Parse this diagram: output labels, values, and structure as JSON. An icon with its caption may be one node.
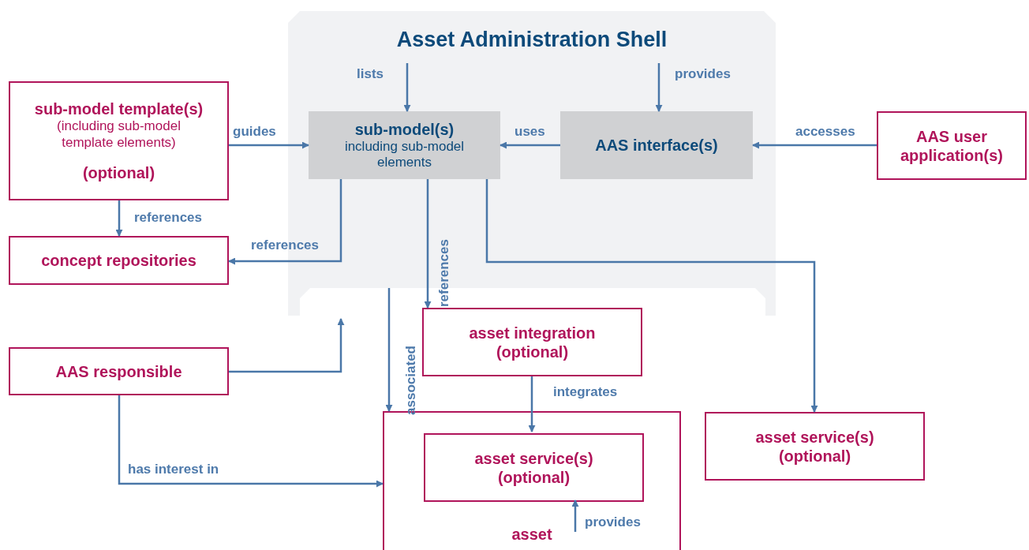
{
  "diagram": {
    "nodes": [
      {
        "text": [
          "Asset Administration Shell"
        ]
      },
      {
        "text": [
          "sub-model(s)",
          "including sub-model elements"
        ],
        "in": 0
      },
      {
        "text": [
          "AAS interface(s)"
        ],
        "in": 0
      },
      {
        "text": [
          "sub-model template(s)",
          "(including sub-model template elements)",
          "(optional)"
        ]
      },
      {
        "text": [
          "concept repositories"
        ]
      },
      {
        "text": [
          "AAS user application(s)"
        ]
      },
      {
        "text": [
          "AAS responsible"
        ]
      },
      {
        "text": [
          "asset integration (optional)"
        ]
      },
      {
        "text": [
          "asset"
        ]
      },
      {
        "text": [
          "asset service(s) (optional)"
        ],
        "in": 8
      },
      {
        "text": [
          "asset service(s) (optional)"
        ]
      }
    ],
    "edges": [
      {
        "from": null,
        "to": 1,
        "arrow": "to",
        "label": "lists"
      },
      {
        "from": null,
        "to": 2,
        "arrow": "to",
        "label": "provides"
      },
      {
        "from": 2,
        "to": 1,
        "arrow": "to",
        "label": "uses"
      },
      {
        "from": 5,
        "to": 2,
        "arrow": "to",
        "label": "accesses"
      },
      {
        "from": 3,
        "to": 1,
        "arrow": "to",
        "label": "guides"
      },
      {
        "from": 3,
        "to": 4,
        "arrow": "to",
        "label": "references"
      },
      {
        "from": 1,
        "to": 4,
        "arrow": "to",
        "label": "references"
      },
      {
        "from": 1,
        "to": 7,
        "arrow": "to",
        "label": "references"
      },
      {
        "from": 1,
        "to": 10,
        "arrow": "to"
      },
      {
        "from": 6,
        "to": 0,
        "arrow": "to"
      },
      {
        "from": 0,
        "to": 8,
        "arrow": "to",
        "label": "associated"
      },
      {
        "from": 7,
        "to": 9,
        "arrow": "to",
        "label": "integrates"
      },
      {
        "from": 6,
        "to": 8,
        "arrow": "to",
        "label": "has interest in"
      },
      {
        "from": null,
        "to": 9,
        "arrow": "to",
        "label": "provides"
      }
    ]
  }
}
